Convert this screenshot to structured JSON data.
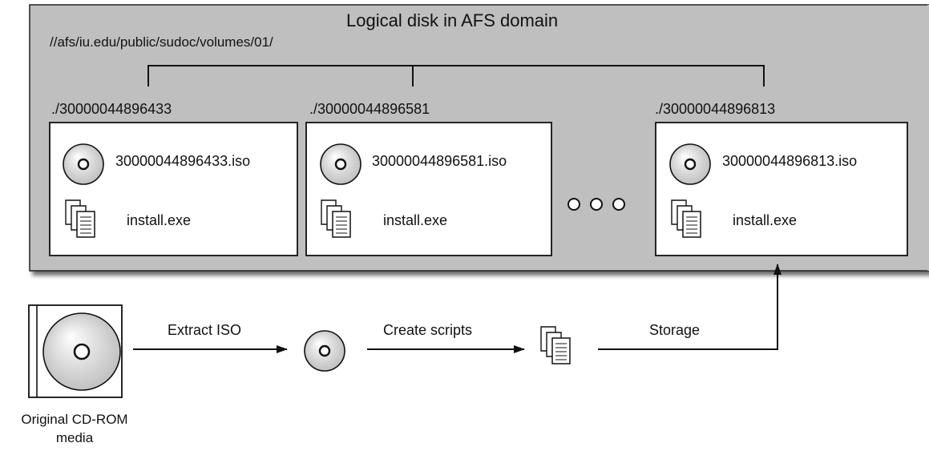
{
  "logical_disk": {
    "title": "Logical disk in AFS domain",
    "path": "//afs/iu.edu/public/sudoc/volumes/01/"
  },
  "folders": [
    {
      "path": "./30000044896433",
      "iso": "30000044896433.iso",
      "exe": "install.exe",
      "disc_icon": "cd-icon",
      "docs_icon": "documents-icon"
    },
    {
      "path": "./30000044896581",
      "iso": "30000044896581.iso",
      "exe": "install.exe",
      "disc_icon": "cd-icon",
      "docs_icon": "documents-icon"
    },
    {
      "path": "./30000044896813",
      "iso": "30000044896813.iso",
      "exe": "install.exe",
      "disc_icon": "cd-icon",
      "docs_icon": "documents-icon"
    }
  ],
  "ellipsis_icon": "ellipsis-circles-icon",
  "workflow": {
    "source_caption": "Original CD-ROM media",
    "source_icon": "cd-case-icon",
    "steps": [
      "Extract ISO",
      "Create scripts",
      "Storage"
    ],
    "intermediate_icons": [
      "cd-icon",
      "documents-icon"
    ]
  },
  "colors": {
    "panel_fill": "#bfbfbf",
    "panel_stroke": "#222222",
    "box_fill": "#ffffff",
    "disc_gradient_inner": "#ffffff",
    "disc_gradient_outer": "#b8b8b8"
  }
}
